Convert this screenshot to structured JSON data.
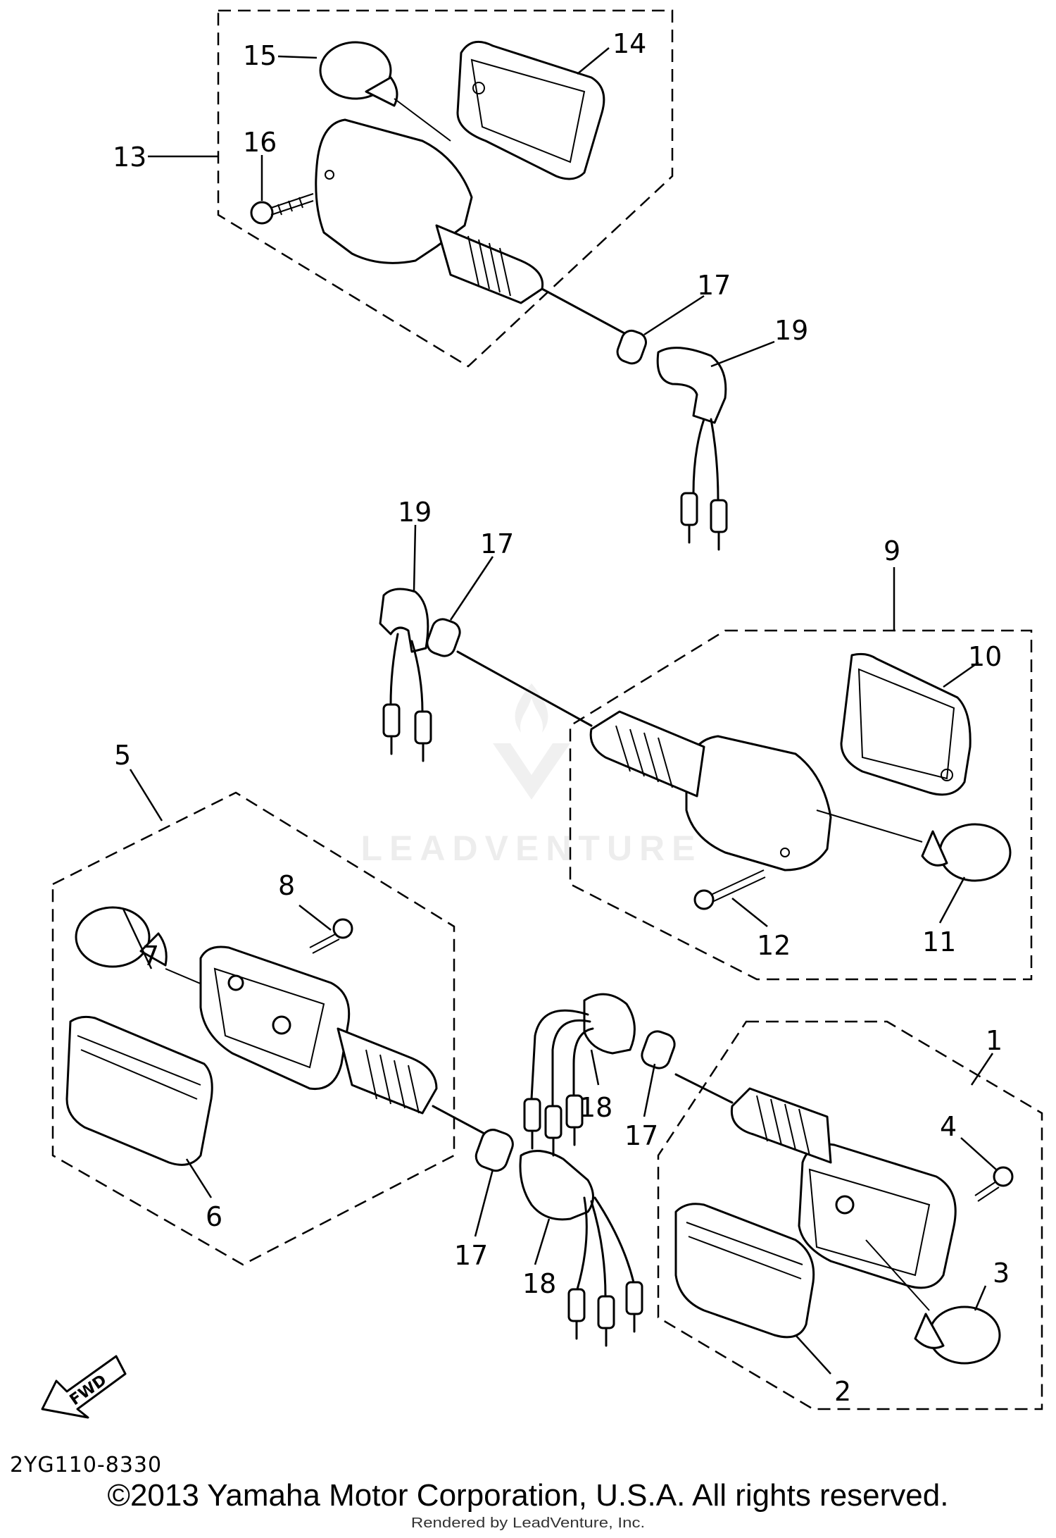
{
  "diagram": {
    "callouts": {
      "c1": "1",
      "c2": "2",
      "c3": "3",
      "c4": "4",
      "c5": "5",
      "c6": "6",
      "c7": "7",
      "c8": "8",
      "c9": "9",
      "c10": "10",
      "c11": "11",
      "c12": "12",
      "c13": "13",
      "c14": "14",
      "c15": "15",
      "c16": "16",
      "c17a": "17",
      "c17b": "17",
      "c17c": "17",
      "c17d": "17",
      "c18a": "18",
      "c18b": "18",
      "c19a": "19",
      "c19b": "19"
    },
    "fwd_label": "FWD",
    "drawing_code": "2YG110-8330"
  },
  "footer": {
    "copyright": "©2013 Yamaha Motor Corporation, U.S.A. All rights reserved.",
    "rendered_by": "Rendered by LeadVenture, Inc."
  },
  "watermark": {
    "text": "LEADVENTURE"
  }
}
